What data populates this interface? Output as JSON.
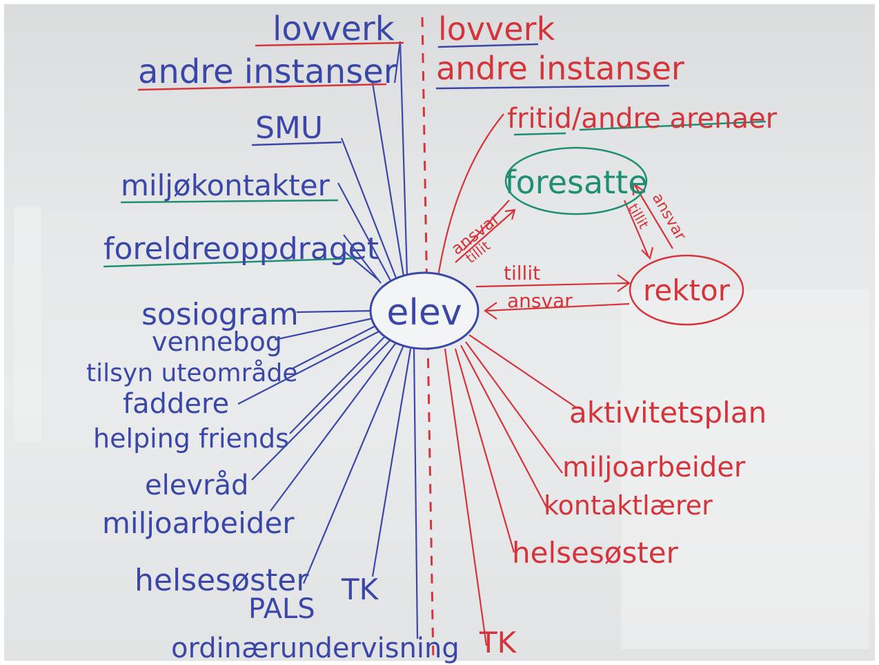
{
  "center": "elev",
  "left_header": {
    "lovverk": "lovverk",
    "andre_instanser": "andre instanser"
  },
  "left_items": {
    "smu": "SMU",
    "miljokontakter": "miljøkontakter",
    "foreldreoppdraget": "foreldreoppdraget",
    "sosiogram": "sosiogram",
    "vennebog": "vennebog",
    "tilsyn": "tilsyn uteområde",
    "faddere": "faddere",
    "helping_friends": "helping friends",
    "elevrad": "elevråd",
    "miljoarbeider": "miljoarbeider",
    "helsesoster": "helsesøster",
    "pals": "PALS",
    "tk": "TK",
    "ordinaerundervisning": "ordinærundervisning"
  },
  "right_header": {
    "lovverk": "lovverk",
    "andre_instanser": "andre instanser"
  },
  "right_items": {
    "fritid": "fritid/andre arenaer",
    "foresatte": "foresatte",
    "rektor": "rektor",
    "aktivitetsplan": "aktivitetsplan",
    "miljoarbeider": "miljoarbeider",
    "kontaktlarer": "kontaktlærer",
    "helsesoster": "helsesøster",
    "tk": "TK"
  },
  "arrow_labels": {
    "ansvar": "ansvar",
    "tillit": "tillit"
  },
  "colors": {
    "left_ink": "#3a47a8",
    "right_ink": "#d5343a",
    "highlight": "#1e8f73"
  }
}
